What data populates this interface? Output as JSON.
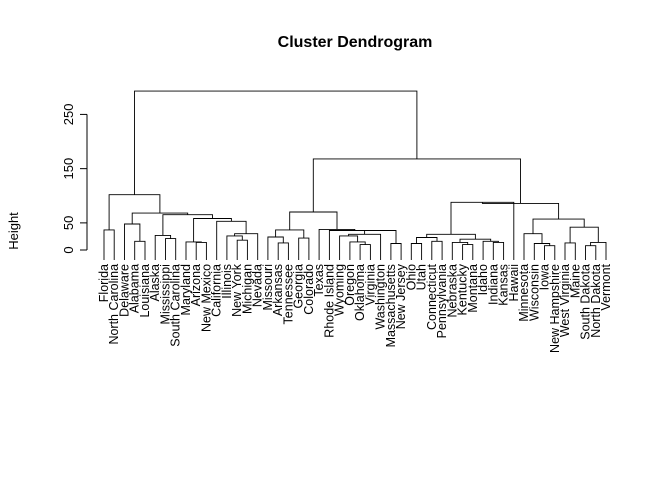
{
  "chart_data": {
    "type": "dendrogram",
    "title": "Cluster Dendrogram",
    "xlabel": "",
    "ylabel": "Height",
    "ylim": [
      0,
      295
    ],
    "yticks": [
      0,
      50,
      150,
      250
    ],
    "leaves": [
      "Florida",
      "North Carolina",
      "Delaware",
      "Alabama",
      "Louisiana",
      "Alaska",
      "Mississippi",
      "South Carolina",
      "Maryland",
      "Arizona",
      "New Mexico",
      "California",
      "Illinois",
      "New York",
      "Michigan",
      "Nevada",
      "Missouri",
      "Arkansas",
      "Tennessee",
      "Georgia",
      "Colorado",
      "Texas",
      "Rhode Island",
      "Wyoming",
      "Oregon",
      "Oklahoma",
      "Virginia",
      "Washington",
      "Massachusetts",
      "New Jersey",
      "Ohio",
      "Utah",
      "Connecticut",
      "Pennsylvania",
      "Nebraska",
      "Kentucky",
      "Montana",
      "Idaho",
      "Indiana",
      "Kansas",
      "Hawaii",
      "Minnesota",
      "Wisconsin",
      "Iowa",
      "New Hampshire",
      "West Virginia",
      "Maine",
      "South Dakota",
      "North Dakota",
      "Vermont"
    ],
    "merges": [
      [
        0,
        1,
        37
      ],
      [
        3,
        4,
        16
      ],
      [
        2,
        "m1",
        48
      ],
      [
        6,
        7,
        21
      ],
      [
        5,
        "m3",
        27
      ],
      [
        9,
        10,
        14
      ],
      [
        8,
        "m5",
        15
      ],
      [
        13,
        14,
        18
      ],
      [
        12,
        "m7",
        26
      ],
      [
        15,
        "m8",
        30
      ],
      [
        11,
        "m9",
        53
      ],
      [
        "m6",
        "m10",
        58
      ],
      [
        "m4",
        "m11",
        65
      ],
      [
        "m2",
        "m12",
        68
      ],
      [
        "m0",
        "m13",
        102
      ],
      [
        17,
        18,
        13
      ],
      [
        16,
        "m15",
        24
      ],
      [
        19,
        20,
        22
      ],
      [
        "m16",
        "m17",
        37
      ],
      [
        25,
        26,
        10
      ],
      [
        24,
        "m19",
        15
      ],
      [
        23,
        "m20",
        26
      ],
      [
        27,
        "m21",
        29
      ],
      [
        28,
        29,
        12
      ],
      [
        "m22",
        "m23",
        36
      ],
      [
        22,
        "m24",
        36
      ],
      [
        21,
        "m25",
        38
      ],
      [
        "m18",
        "m26",
        70
      ],
      [
        30,
        31,
        12
      ],
      [
        32,
        33,
        16
      ],
      [
        "m28",
        "m29",
        23
      ],
      [
        35,
        36,
        10
      ],
      [
        34,
        "m31",
        14
      ],
      [
        38,
        39,
        14
      ],
      [
        37,
        "m33",
        16
      ],
      [
        "m32",
        "m34",
        20
      ],
      [
        "m30",
        "m35",
        29
      ],
      [
        40,
        "m36",
        88
      ],
      [
        43,
        44,
        8
      ],
      [
        42,
        "m38",
        12
      ],
      [
        41,
        "m39",
        30
      ],
      [
        45,
        46,
        13
      ],
      [
        47,
        48,
        8
      ],
      [
        49,
        "m42",
        14
      ],
      [
        "m41",
        "m43",
        42
      ],
      [
        "m40",
        "m44",
        57
      ],
      [
        "m37",
        "m45",
        86
      ],
      [
        "m27",
        "m46",
        168
      ],
      [
        "m14",
        "m47",
        293
      ]
    ]
  }
}
